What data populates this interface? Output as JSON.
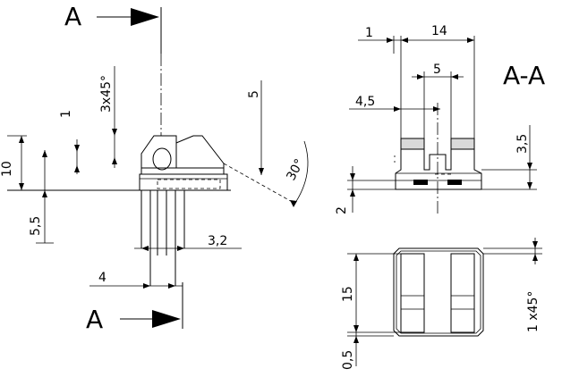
{
  "section_labels": {
    "section_top": "A",
    "section_bottom": "A",
    "section_view_title": "A-A"
  },
  "dimensions": {
    "d_10": "10",
    "d_5_5": "5,5",
    "d_1_left": "1",
    "d_3x45": "3x45°",
    "d_5_left": "5",
    "d_30": "30°",
    "d_3_2": "3,2",
    "d_4": "4",
    "d_1_top": "1",
    "d_14": "14",
    "d_5_right": "5",
    "d_4_5": "4,5",
    "d_3_5": "3,5",
    "d_2": "2",
    "d_15": "15",
    "d_0_5": "0,5",
    "d_1x45": "1 x45°"
  }
}
